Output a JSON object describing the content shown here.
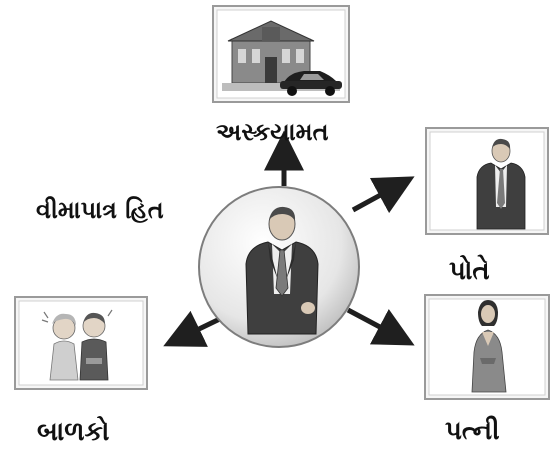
{
  "diagram": {
    "center_label": "વીમાપાત્ર હિત",
    "nodes": {
      "top": {
        "label": "અસ્કયામત",
        "icon": "building-car-icon"
      },
      "right": {
        "label": "પોતે",
        "icon": "man-icon"
      },
      "bottom_right": {
        "label": "પત્ની",
        "icon": "woman-icon"
      },
      "bottom_left": {
        "label": "બાળકો",
        "icon": "children-icon"
      }
    },
    "center_icon": "businessman-icon"
  },
  "colors": {
    "arrow": "#1f1f1f",
    "frame_light": "#f4f4f4",
    "frame_dark": "#9a9a9a",
    "label": "#111111"
  }
}
